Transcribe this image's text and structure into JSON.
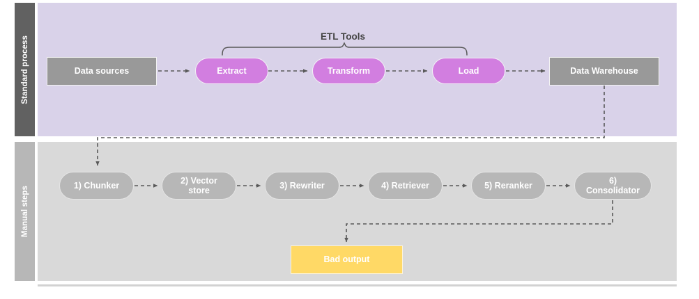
{
  "diagram": {
    "lanes": [
      {
        "id": "standard",
        "label": "Standard process",
        "band_color": "#616161",
        "body_color": "#d9d2e9"
      },
      {
        "id": "manual",
        "label": "Manual steps",
        "band_color": "#b7b7b7",
        "body_color": "#d9d9d9"
      }
    ],
    "annotations": {
      "brace_label": "ETL Tools"
    },
    "nodes": {
      "data_sources": {
        "label": "Data sources",
        "shape": "rect",
        "color": "#999999"
      },
      "extract": {
        "label": "Extract",
        "shape": "pill",
        "color": "#d27ee0"
      },
      "transform": {
        "label": "Transform",
        "shape": "pill",
        "color": "#d27ee0"
      },
      "load": {
        "label": "Load",
        "shape": "pill",
        "color": "#d27ee0"
      },
      "data_warehouse": {
        "label": "Data Warehouse",
        "shape": "rect",
        "color": "#999999"
      },
      "chunker": {
        "label": "1) Chunker",
        "shape": "pill",
        "color": "#b7b7b7"
      },
      "vector_store": {
        "label": "2) Vector store",
        "shape": "pill",
        "color": "#b7b7b7"
      },
      "rewriter": {
        "label": "3) Rewriter",
        "shape": "pill",
        "color": "#b7b7b7"
      },
      "retriever": {
        "label": "4) Retriever",
        "shape": "pill",
        "color": "#b7b7b7"
      },
      "reranker": {
        "label": "5) Reranker",
        "shape": "pill",
        "color": "#b7b7b7"
      },
      "consolidator": {
        "label": "6) Consolidator",
        "shape": "pill",
        "color": "#b7b7b7"
      },
      "bad_output": {
        "label": "Bad output",
        "shape": "rect",
        "color": "#ffd966"
      }
    },
    "edges": [
      {
        "from": "data_sources",
        "to": "extract",
        "style": "dashed-arrow"
      },
      {
        "from": "extract",
        "to": "transform",
        "style": "dashed-arrow"
      },
      {
        "from": "transform",
        "to": "load",
        "style": "dashed-arrow"
      },
      {
        "from": "load",
        "to": "data_warehouse",
        "style": "dashed-arrow"
      },
      {
        "from": "data_warehouse",
        "to": "chunker",
        "style": "dashed-arrow-elbow"
      },
      {
        "from": "chunker",
        "to": "vector_store",
        "style": "dashed-arrow"
      },
      {
        "from": "vector_store",
        "to": "rewriter",
        "style": "dashed-arrow"
      },
      {
        "from": "rewriter",
        "to": "retriever",
        "style": "dashed-arrow"
      },
      {
        "from": "retriever",
        "to": "reranker",
        "style": "dashed-arrow"
      },
      {
        "from": "reranker",
        "to": "consolidator",
        "style": "dashed-arrow"
      },
      {
        "from": "consolidator",
        "to": "bad_output",
        "style": "dashed-arrow-elbow"
      }
    ],
    "colors": {
      "line": "#595959",
      "purple_lane": "#d9d2e9",
      "gray_lane": "#d9d9d9",
      "node_gray": "#999999",
      "node_pill_gray": "#b7b7b7",
      "node_purple": "#d27ee0",
      "node_yellow": "#ffd966"
    }
  }
}
